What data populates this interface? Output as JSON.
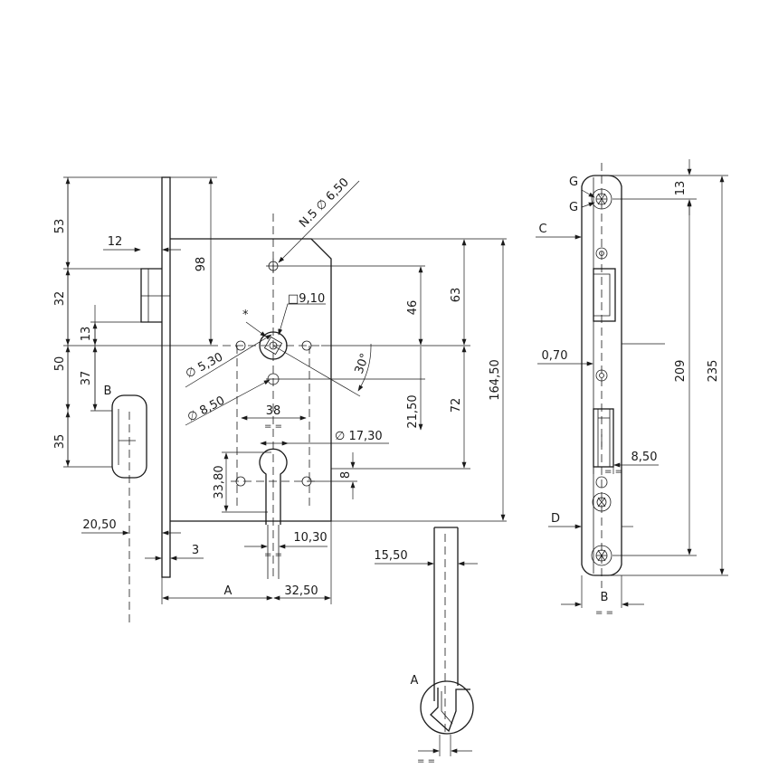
{
  "drawing": {
    "title": "",
    "front_view": {
      "dim_top_53": "53",
      "dim_32": "32",
      "dim_13": "13",
      "dim_50": "50",
      "dim_37": "37",
      "dim_35": "35",
      "dim_12": "12",
      "dim_98": "98",
      "dim_n5_holes": "N.5 ∅ 6,50",
      "dim_square": "□9,10",
      "dim_star": "*",
      "dim_5_30": "∅ 5,30",
      "dim_8_50": "∅ 8,50",
      "dim_30deg": "30°",
      "dim_46": "46",
      "dim_63": "63",
      "dim_21_50": "21,50",
      "dim_72": "72",
      "dim_164_50": "164,50",
      "dim_38": "38",
      "dim_17_30": "∅ 17,30",
      "dim_33_80": "33,80",
      "dim_8": "8",
      "dim_20_50": "20,50",
      "dim_3": "3",
      "dim_10_30": "10,30",
      "dim_A": "A",
      "dim_32_50": "32,50",
      "label_B": "B",
      "equal_mark": "= ="
    },
    "side_view": {
      "label_G1": "G",
      "label_G2": "G",
      "label_C": "C",
      "dim_13": "13",
      "dim_0_70": "0,70",
      "dim_209": "209",
      "dim_235": "235",
      "dim_8_50": "8,50",
      "label_D": "D",
      "label_B": "B",
      "equal_mark": "= ="
    },
    "bolt_view": {
      "dim_15_50": "15,50",
      "label_A": "A",
      "equal_mark": "= ="
    }
  }
}
